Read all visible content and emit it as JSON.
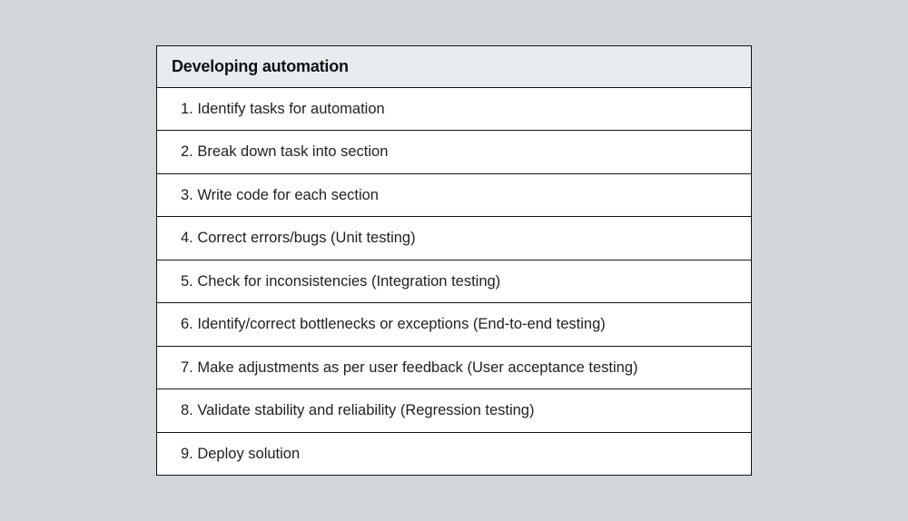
{
  "table": {
    "title": "Developing automation",
    "steps": [
      "1. Identify tasks for automation",
      "2. Break down task into section",
      "3. Write code for each section",
      "4. Correct errors/bugs (Unit testing)",
      "5. Check for inconsistencies (Integration testing)",
      "6. Identify/correct bottlenecks or exceptions (End-to-end testing)",
      "7. Make adjustments as per user feedback (User acceptance testing)",
      "8. Validate stability and reliability (Regression testing)",
      "9. Deploy solution"
    ]
  },
  "colors": {
    "page_background": "#d2d6d9",
    "header_background": "#e9ecee",
    "row_background": "#ffffff",
    "border": "#141414",
    "text": "#202124"
  }
}
